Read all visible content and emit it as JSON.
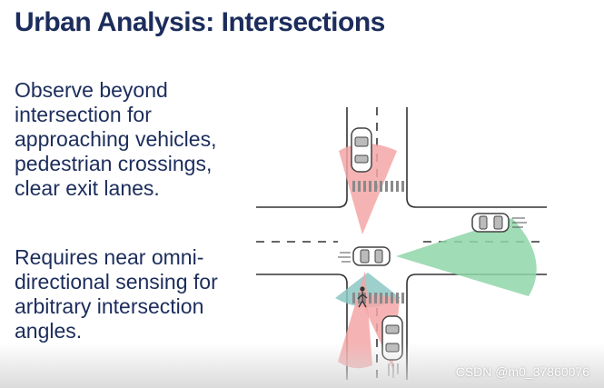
{
  "slide": {
    "title": "Urban Analysis: Intersections",
    "paragraph_1": [
      "Observe beyond",
      "intersection for",
      "approaching vehicles,",
      "pedestrian crossings,",
      "clear exit lanes."
    ],
    "paragraph_2": [
      "Requires near omni-",
      "directional sensing for",
      "arbitrary intersection",
      "angles."
    ]
  },
  "diagram": {
    "colors": {
      "road_edge": "#333333",
      "sensor_red": "#f4a6a6",
      "sensor_green": "#8fd6a8",
      "sensor_teal": "#8cc7c4",
      "crosswalk": "#8a8a8a",
      "title_blue": "#1c2d5c"
    },
    "icons": [
      "car-icon",
      "pedestrian-icon",
      "crosswalk-icon",
      "sensor-cone"
    ]
  },
  "watermark": "CSDN @m0_37860076"
}
